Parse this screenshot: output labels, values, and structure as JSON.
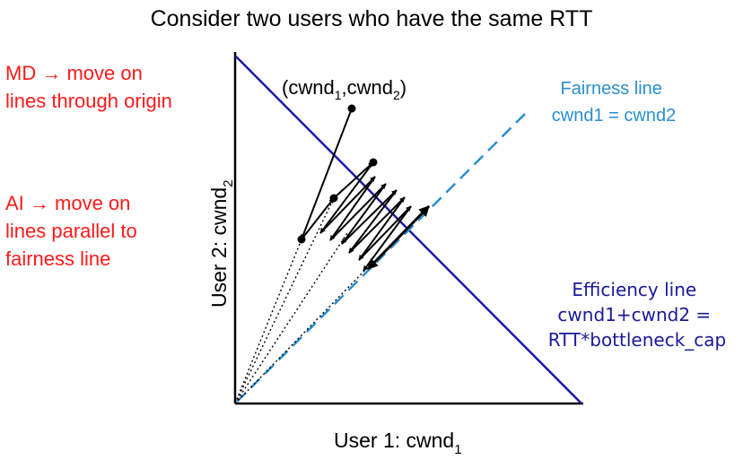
{
  "title": "Consider two users who have the same RTT",
  "md_note": [
    "MD → move on",
    "lines through origin"
  ],
  "ai_note": [
    "AI → move on",
    "lines parallel to",
    "fairness line"
  ],
  "fairness": {
    "line1": "Fairness line",
    "line2": "cwnd1 = cwnd2"
  },
  "efficiency": {
    "line1": "Efficiency line",
    "line2": "cwnd1+cwnd2 =",
    "line3": "RTT*bottleneck_cap"
  },
  "point_label": {
    "open": "(cwnd",
    "sub1": "1",
    "mid": ",cwnd",
    "sub2": "2",
    "close": ")"
  },
  "x_axis": {
    "text": "User 1: cwnd",
    "sub": "1"
  },
  "y_axis": {
    "text": "User 2: cwnd",
    "sub": "2"
  },
  "colors": {
    "md_ai_notes": "#ff1a1a",
    "fairness": "#2a8fd0",
    "efficiency_line": "#1a1aa8",
    "efficiency_text": "#1a1a9a"
  }
}
